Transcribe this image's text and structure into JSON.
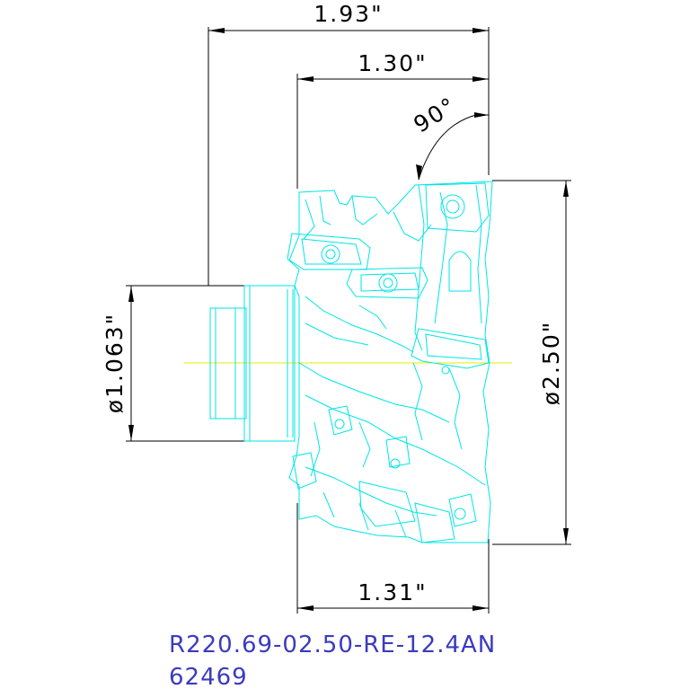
{
  "dimensions": {
    "overall_length": "1.93\"",
    "body_length_top": "1.30\"",
    "angle": "90°",
    "cutting_diameter": "ø2.50\"",
    "shank_diameter": "ø1.063\"",
    "body_length_bottom": "1.31\""
  },
  "caption": {
    "part_number": "R220.69-02.50-RE-12.4AN",
    "item_number": "62469"
  },
  "colors": {
    "outline": "#00e5e5",
    "dimension": "#000000",
    "caption": "#3b3bbf",
    "centerline": "#e8e800"
  }
}
